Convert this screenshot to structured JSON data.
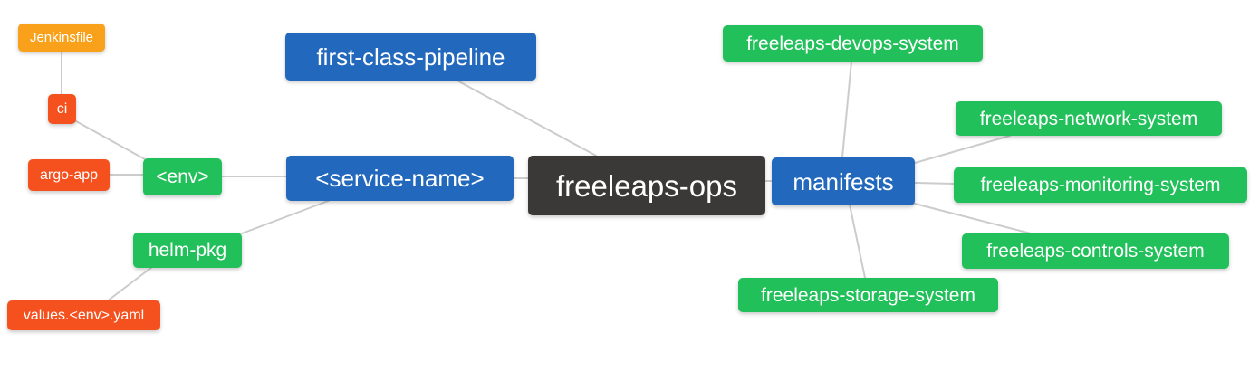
{
  "colors": {
    "orange": "#F9A11B",
    "red": "#F4511E",
    "green": "#22C05A",
    "blue": "#2268BC",
    "dark": "#3B3838",
    "edge": "#CCCCCC",
    "text": "#FFFFFF",
    "background": "#FFFFFF"
  },
  "nodes": [
    {
      "id": "jenkinsfile",
      "label": "Jenkinsfile",
      "color": "orange"
    },
    {
      "id": "ci",
      "label": "ci",
      "color": "red"
    },
    {
      "id": "argo-app",
      "label": "argo-app",
      "color": "red"
    },
    {
      "id": "env",
      "label": "<env>",
      "color": "green"
    },
    {
      "id": "helm-pkg",
      "label": "helm-pkg",
      "color": "green"
    },
    {
      "id": "values-env-yaml",
      "label": "values.<env>.yaml",
      "color": "red"
    },
    {
      "id": "first-class-pipeline",
      "label": "first-class-pipeline",
      "color": "blue"
    },
    {
      "id": "service-name",
      "label": "<service-name>",
      "color": "blue"
    },
    {
      "id": "freeleaps-ops",
      "label": "freeleaps-ops",
      "color": "dark"
    },
    {
      "id": "manifests",
      "label": "manifests",
      "color": "blue"
    },
    {
      "id": "freeleaps-devops-system",
      "label": "freeleaps-devops-system",
      "color": "green"
    },
    {
      "id": "freeleaps-network-system",
      "label": "freeleaps-network-system",
      "color": "green"
    },
    {
      "id": "freeleaps-monitoring-system",
      "label": "freeleaps-monitoring-system",
      "color": "green"
    },
    {
      "id": "freeleaps-controls-system",
      "label": "freeleaps-controls-system",
      "color": "green"
    },
    {
      "id": "freeleaps-storage-system",
      "label": "freeleaps-storage-system",
      "color": "green"
    }
  ],
  "edges": [
    {
      "from": "jenkinsfile",
      "to": "ci"
    },
    {
      "from": "ci",
      "to": "env"
    },
    {
      "from": "argo-app",
      "to": "env"
    },
    {
      "from": "env",
      "to": "service-name"
    },
    {
      "from": "service-name",
      "to": "helm-pkg"
    },
    {
      "from": "helm-pkg",
      "to": "values-env-yaml"
    },
    {
      "from": "first-class-pipeline",
      "to": "freeleaps-ops"
    },
    {
      "from": "service-name",
      "to": "freeleaps-ops"
    },
    {
      "from": "freeleaps-ops",
      "to": "manifests"
    },
    {
      "from": "manifests",
      "to": "freeleaps-devops-system"
    },
    {
      "from": "manifests",
      "to": "freeleaps-network-system"
    },
    {
      "from": "manifests",
      "to": "freeleaps-monitoring-system"
    },
    {
      "from": "manifests",
      "to": "freeleaps-controls-system"
    },
    {
      "from": "manifests",
      "to": "freeleaps-storage-system"
    }
  ]
}
